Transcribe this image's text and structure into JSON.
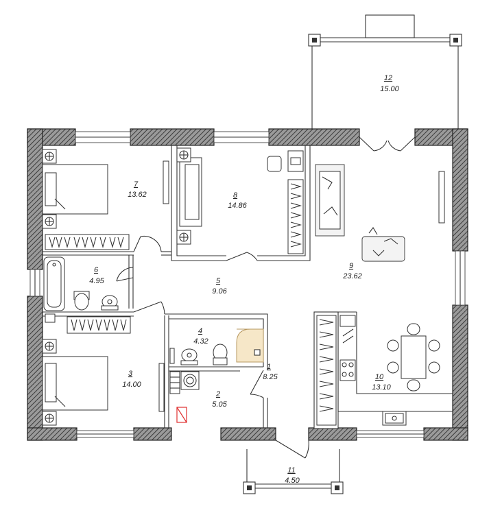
{
  "rooms": [
    {
      "num": "1",
      "area": "8.25"
    },
    {
      "num": "2",
      "area": "5.05"
    },
    {
      "num": "3",
      "area": "14.00"
    },
    {
      "num": "4",
      "area": "4.32"
    },
    {
      "num": "5",
      "area": "9.06"
    },
    {
      "num": "6",
      "area": "4.95"
    },
    {
      "num": "7",
      "area": "13.62"
    },
    {
      "num": "8",
      "area": "14.86"
    },
    {
      "num": "9",
      "area": "23.62"
    },
    {
      "num": "10",
      "area": "13.10"
    },
    {
      "num": "11",
      "area": "4.50"
    },
    {
      "num": "12",
      "area": "15.00"
    }
  ],
  "colors": {
    "wall_hatch": "#555555",
    "shower_tray": "#f6e7c8",
    "boiler_marker": "#e03030"
  },
  "icons": [
    "bed-icon",
    "sofa-icon",
    "armchair-icon",
    "desk-chair-icon",
    "bathtub-icon",
    "toilet-icon",
    "sink-icon",
    "shower-icon",
    "stove-icon",
    "kitchen-sink-icon",
    "dining-table-icon",
    "wardrobe-icon",
    "washing-machine-icon",
    "boiler-icon"
  ]
}
